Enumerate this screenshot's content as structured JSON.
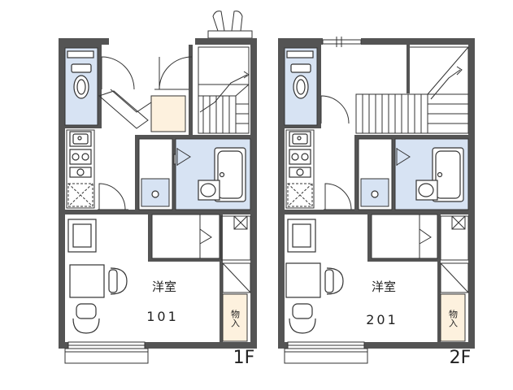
{
  "floors": [
    {
      "floor_label": "1F",
      "room_type": "洋室",
      "room_number": "101",
      "storage": "物入"
    },
    {
      "floor_label": "2F",
      "room_type": "洋室",
      "room_number": "201",
      "storage": "物入"
    }
  ],
  "colors": {
    "wall": "#545454",
    "wet_area": "#d7e3f3",
    "closet": "#fdf1de",
    "line": "#333333"
  },
  "icons": [
    "toilet-icon",
    "sink-icon",
    "stove-icon",
    "washer-icon",
    "bathtub-icon",
    "bed-icon",
    "desk-icon",
    "chair-icon",
    "stairs-icon",
    "door-swing-icon",
    "window-icon"
  ]
}
